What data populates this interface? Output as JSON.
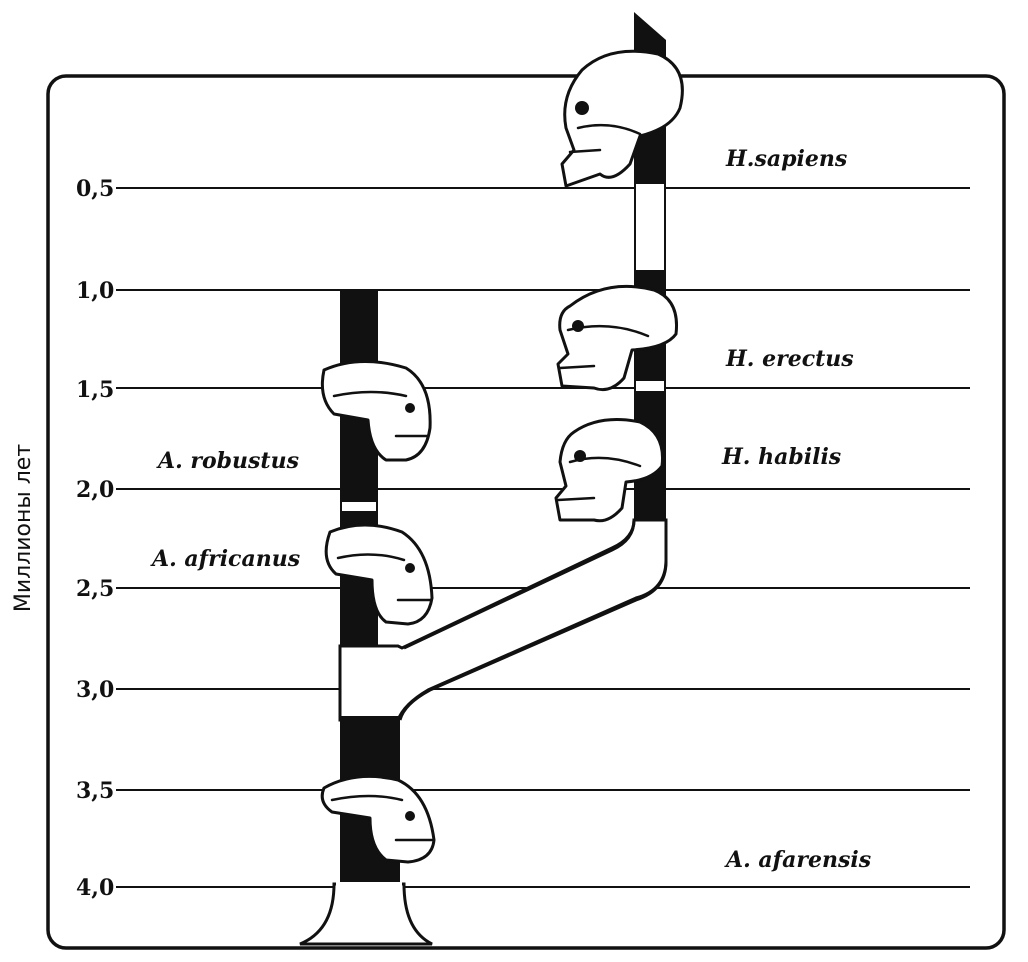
{
  "axis": {
    "title": "Миллионы лет",
    "ticks": [
      "0,5",
      "1,0",
      "1,5",
      "2,0",
      "2,5",
      "3,0",
      "3,5",
      "4,0"
    ]
  },
  "species": {
    "sapiens": "H.sapiens",
    "erectus": "H. erectus",
    "habilis": "H. habilis",
    "robustus": "A. robustus",
    "africanus": "A. africanus",
    "afarensis": "A. afarensis"
  },
  "colors": {
    "ink": "#111111",
    "background": "#ffffff"
  }
}
